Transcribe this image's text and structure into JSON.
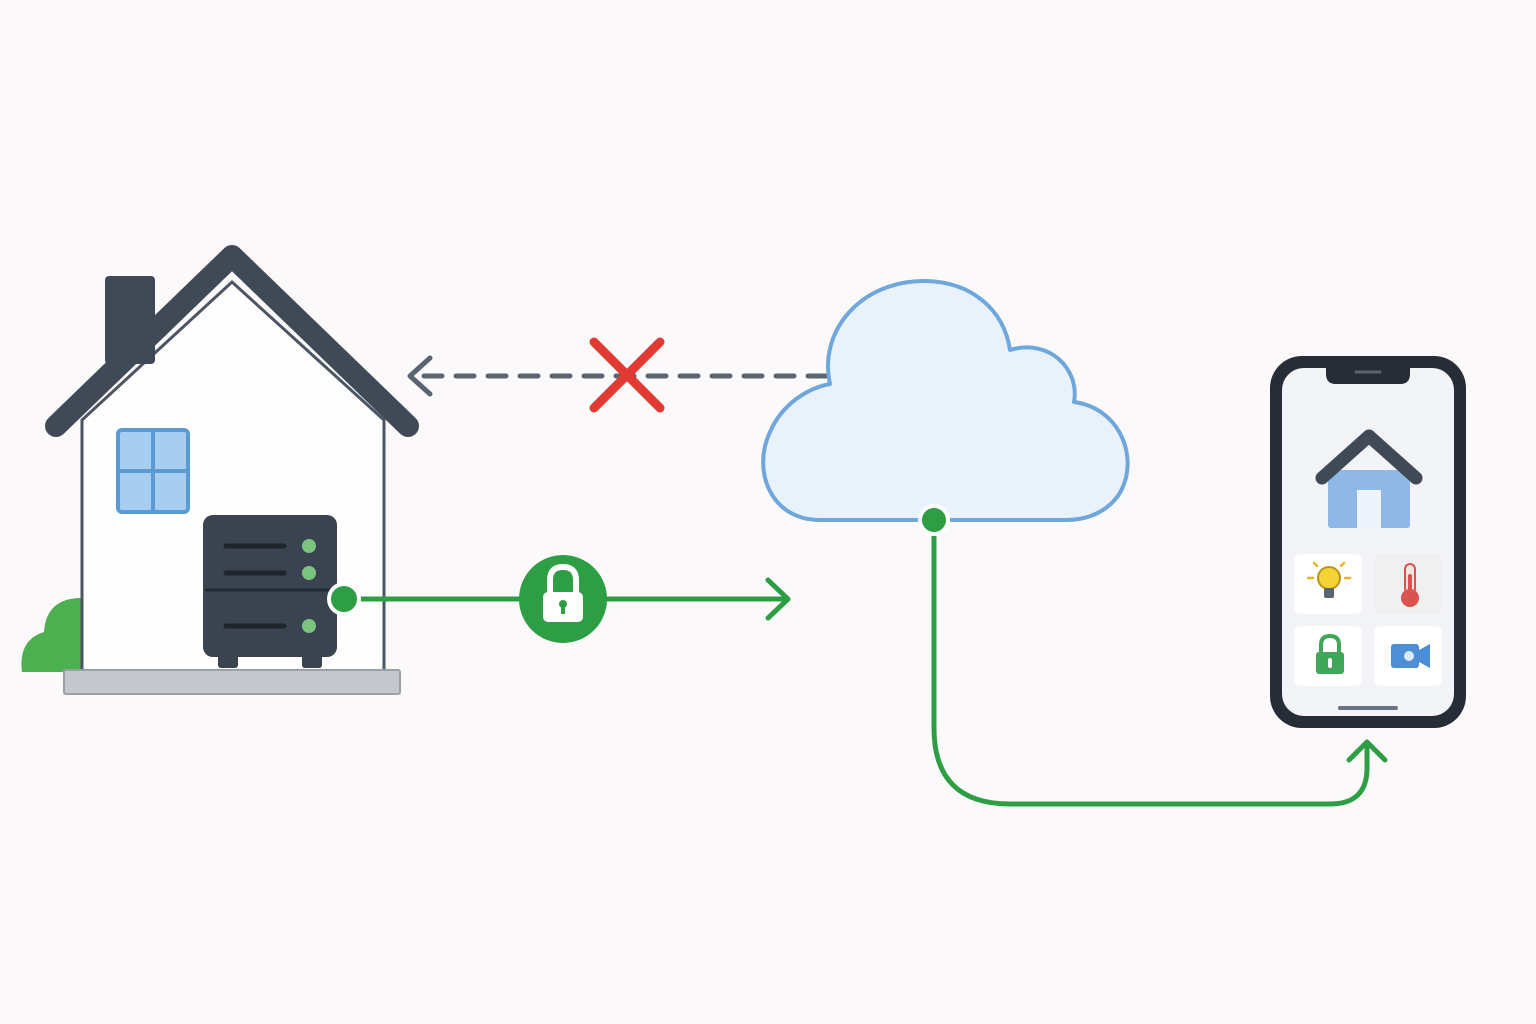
{
  "colors": {
    "background": "#fbf9fa",
    "house_roof": "#3f4a56",
    "house_wall": "#fefefe",
    "house_outline": "#4b5563",
    "window_fill": "#a9cdee",
    "window_frame": "#5b9bd5",
    "server_body": "#3a4350",
    "server_led": "#7bc47f",
    "bush": "#4caf50",
    "foundation": "#c4c8ce",
    "secure_link": "#2e9e44",
    "blocked_link": "#5a6470",
    "blocked_mark": "#e03a32",
    "cloud_fill": "#e9f2fb",
    "cloud_outline": "#6fa7dc",
    "phone_frame": "#262d36",
    "phone_screen": "#f2f4f7",
    "app_home_icon": "#8fb8e6",
    "tile_bg": "#ffffff"
  },
  "nodes": {
    "home": {
      "icon": "house-icon",
      "contains": "server-rack-icon"
    },
    "cloud": {
      "icon": "cloud-icon"
    },
    "phone": {
      "icon": "smartphone-icon",
      "app_icons": [
        "home-icon",
        "lightbulb-icon",
        "thermometer-icon",
        "padlock-icon",
        "camera-icon"
      ]
    }
  },
  "connections": [
    {
      "from": "cloud",
      "to": "home",
      "style": "dashed",
      "status": "blocked",
      "marker": "x-mark-icon"
    },
    {
      "from": "home",
      "to": "cloud",
      "style": "solid",
      "status": "encrypted",
      "marker": "padlock-icon"
    },
    {
      "from": "cloud",
      "to": "phone",
      "style": "solid",
      "status": "allowed"
    }
  ]
}
